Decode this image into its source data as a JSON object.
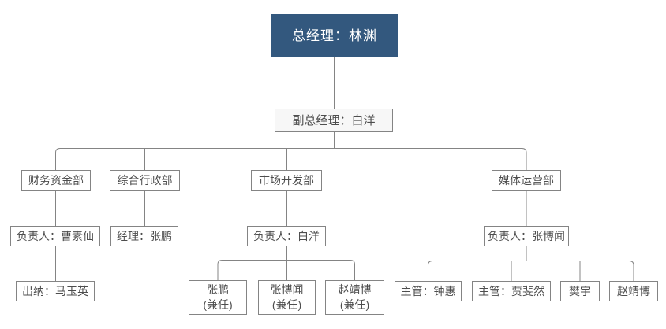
{
  "diagram": {
    "type": "org-chart",
    "nodes": {
      "gm": {
        "label": "总经理：林渊"
      },
      "vgm": {
        "label": "副总经理：白洋"
      },
      "dept_finance": {
        "label": "财务资金部"
      },
      "dept_admin": {
        "label": "综合行政部"
      },
      "dept_market": {
        "label": "市场开发部"
      },
      "dept_media": {
        "label": "媒体运营部"
      },
      "finance_lead": {
        "label": "负责人：曹素仙"
      },
      "admin_manager": {
        "label": "经理：张鹏"
      },
      "market_lead": {
        "label": "负责人：白洋"
      },
      "media_lead": {
        "label": "负责人：张博闻"
      },
      "finance_cashier": {
        "label": "出纳：马玉英"
      },
      "market_member_1": {
        "line1": "张鹏",
        "line2": "(兼任)"
      },
      "market_member_2": {
        "line1": "张博闻",
        "line2": "(兼任)"
      },
      "market_member_3": {
        "line1": "赵靖博",
        "line2": "(兼任)"
      },
      "media_member_1": {
        "label": "主管：钟惠"
      },
      "media_member_2": {
        "label": "主管：贾斐然"
      },
      "media_member_3": {
        "label": "樊宇"
      },
      "media_member_4": {
        "label": "赵靖博"
      }
    },
    "edges": [
      [
        "gm",
        "vgm"
      ],
      [
        "vgm",
        "dept_finance"
      ],
      [
        "vgm",
        "dept_admin"
      ],
      [
        "vgm",
        "dept_market"
      ],
      [
        "vgm",
        "dept_media"
      ],
      [
        "dept_finance",
        "finance_lead"
      ],
      [
        "dept_admin",
        "admin_manager"
      ],
      [
        "dept_market",
        "market_lead"
      ],
      [
        "dept_media",
        "media_lead"
      ],
      [
        "finance_lead",
        "finance_cashier"
      ],
      [
        "market_lead",
        "market_member_1"
      ],
      [
        "market_lead",
        "market_member_2"
      ],
      [
        "market_lead",
        "market_member_3"
      ],
      [
        "media_lead",
        "media_member_1"
      ],
      [
        "media_lead",
        "media_member_2"
      ],
      [
        "media_lead",
        "media_member_3"
      ],
      [
        "media_lead",
        "media_member_4"
      ]
    ]
  },
  "colors": {
    "canvas_bg": "#ffffff",
    "root_bg": "#33587e",
    "root_text": "#ffffff",
    "deputy_bg": "#f7f7f7",
    "node_bg": "#ffffff",
    "node_border": "#848484",
    "node_text": "#4d4d4d",
    "connector": "#848484"
  }
}
